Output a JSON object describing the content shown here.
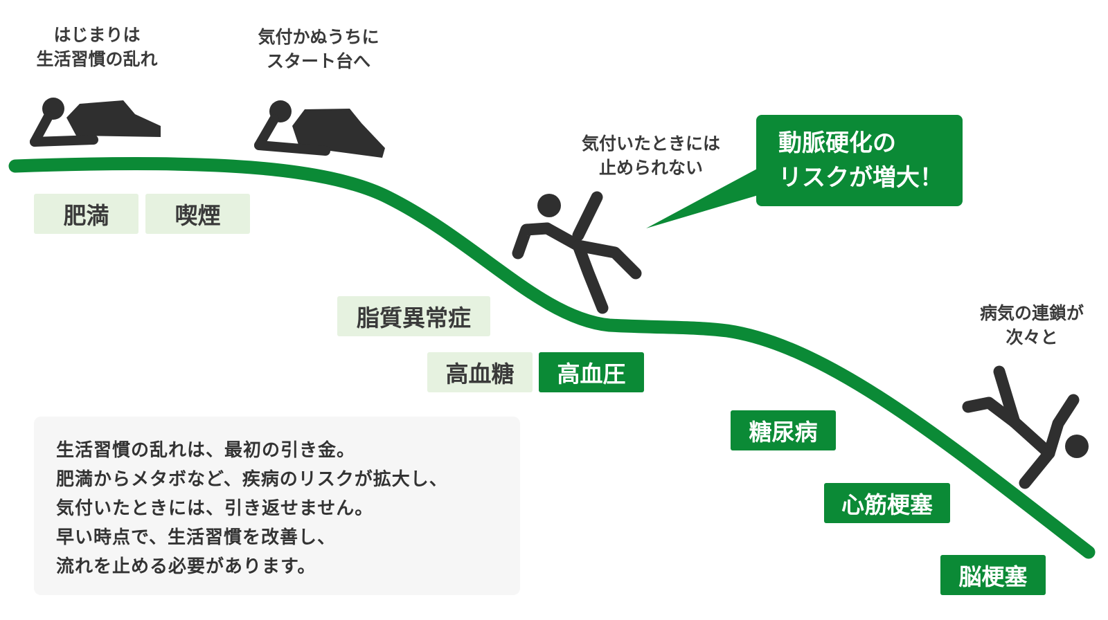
{
  "captions": {
    "start": [
      "はじまりは",
      "生活習慣の乱れ"
    ],
    "unaware": [
      "気付かぬうちに",
      "スタート台へ"
    ],
    "cannot_stop": [
      "気付いたときには",
      "止められない"
    ],
    "chain": [
      "病気の連鎖が",
      "次々と"
    ]
  },
  "tags": {
    "obesity": "肥満",
    "smoking": "喫煙",
    "dyslipidemia": "脂質異常症",
    "hyperglycemia": "高血糖",
    "hypertension": "高血圧",
    "diabetes": "糖尿病",
    "myocardial_infarction": "心筋梗塞",
    "cerebral_infarction": "脳梗塞"
  },
  "callout": [
    "動脈硬化の",
    "リスクが増大！"
  ],
  "description": [
    "生活習慣の乱れは、最初の引き金。",
    "肥満からメタボなど、疾病のリスクが拡大し、",
    "気付いたときには、引き返せません。",
    "早い時点で、生活習慣を改善し、",
    "流れを止める必要があります。"
  ],
  "colors": {
    "accent_green": "#0b8a36",
    "light_green": "#e6f2e0",
    "figure": "#2f2f2f",
    "panel": "#f6f6f6"
  },
  "icons": [
    "lying-person-icon",
    "reclining-person-icon",
    "slipping-person-icon",
    "falling-person-icon"
  ]
}
